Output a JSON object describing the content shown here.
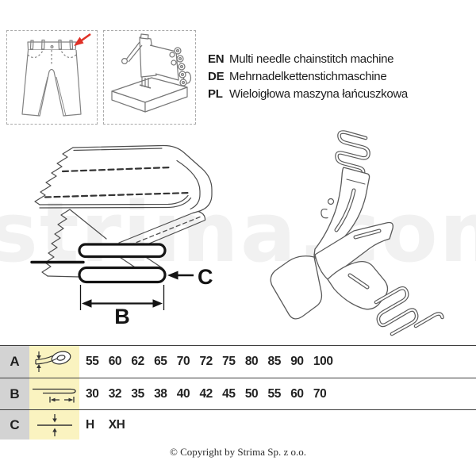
{
  "header": {
    "application_boxes": [
      {
        "icon": "jeans-icon"
      },
      {
        "icon": "sewing-machine-icon"
      }
    ],
    "languages": [
      {
        "code": "EN",
        "text": "Multi needle chainstitch machine"
      },
      {
        "code": "DE",
        "text": "Mehrnadelkettenstichmaschine"
      },
      {
        "code": "PL",
        "text": "Wieloigłowa maszyna łańcuszkowa"
      }
    ]
  },
  "diagram": {
    "watermark": "strima.com",
    "dimension_labels": {
      "width": "B",
      "thickness": "C"
    }
  },
  "size_table": {
    "rows": [
      {
        "label": "A",
        "icon": "tape-roll-icon",
        "values": [
          "55",
          "60",
          "62",
          "65",
          "70",
          "72",
          "75",
          "80",
          "85",
          "90",
          "100"
        ]
      },
      {
        "label": "B",
        "icon": "folded-tape-width-icon",
        "values": [
          "30",
          "32",
          "35",
          "38",
          "40",
          "42",
          "45",
          "50",
          "55",
          "60",
          "70"
        ]
      },
      {
        "label": "C",
        "icon": "tape-thickness-icon",
        "values": [
          "H",
          "XH"
        ]
      }
    ],
    "colors": {
      "label_bg": "#d3d3d3",
      "icon_bg": "#faf3c0"
    }
  },
  "footer": {
    "copyright": "© Copyright by Strima Sp. z o.o."
  },
  "accent_color": "#e03127"
}
